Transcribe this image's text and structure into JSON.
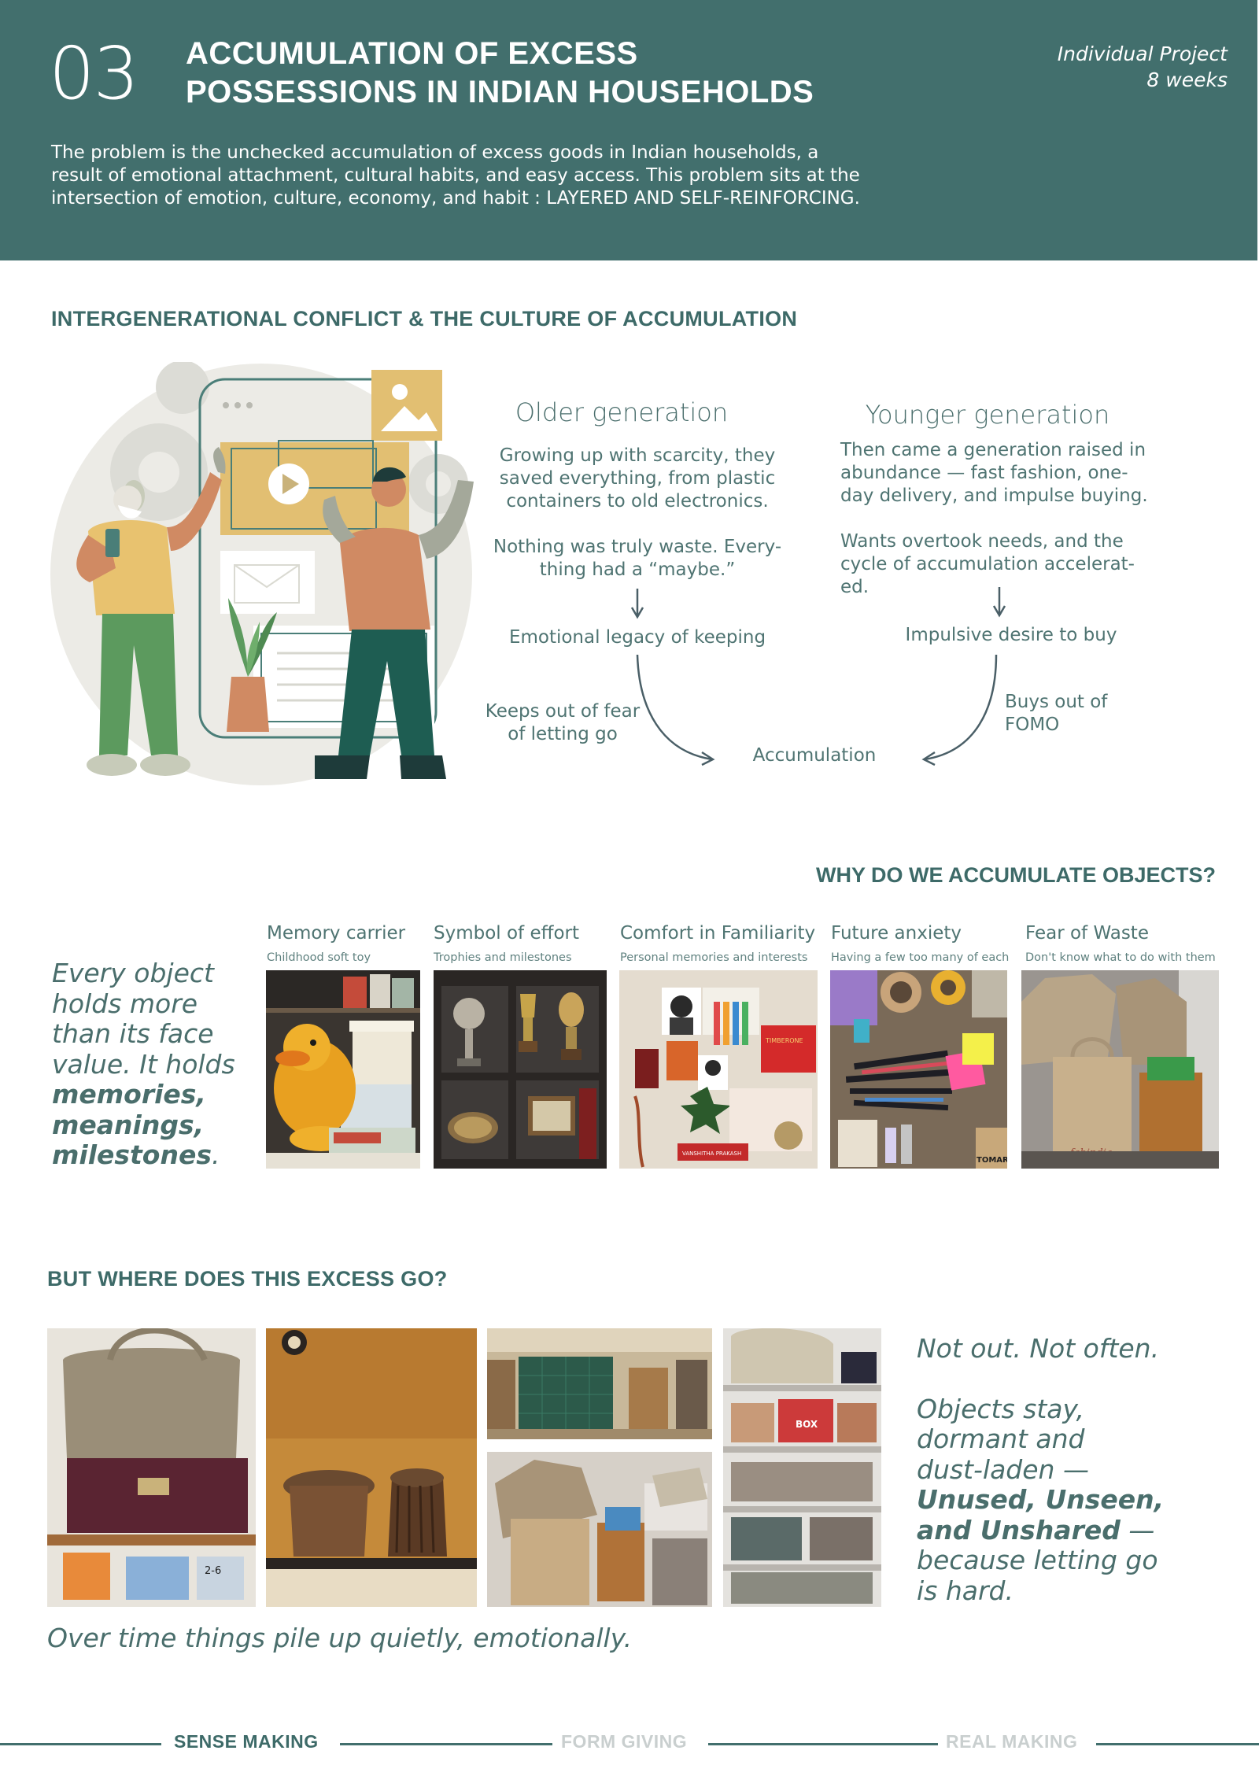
{
  "header": {
    "number": "03",
    "title_line1": "ACCUMULATION OF EXCESS",
    "title_line2": "POSSESSIONS IN INDIAN HOUSEHOLDS",
    "meta_line1": "Individual Project",
    "meta_line2": "8 weeks",
    "intro_line1": "The problem is the unchecked accumulation of excess goods in Indian households,  a",
    "intro_line2": "result of emotional attachment, cultural habits, and easy access. This problem sits at the",
    "intro_line3": "intersection of emotion, culture, economy, and habit : LAYERED AND SELF-REINFORCING."
  },
  "conflict": {
    "title": "INTERGENERATIONAL CONFLICT & THE CULTURE OF ACCUMULATION",
    "older": {
      "heading": "Older generation",
      "para1": [
        "Growing up with scarcity, they",
        "saved everything, from plastic",
        "containers to old electronics."
      ],
      "para2": [
        "Nothing was truly waste. Every-",
        "thing had a “maybe.”"
      ],
      "outcome": "Emotional legacy of keeping",
      "reason": [
        "Keeps out of fear",
        "of letting go"
      ]
    },
    "younger": {
      "heading": "Younger generation",
      "para1": [
        "Then came a generation raised in",
        "abundance — fast fashion, one-",
        "day delivery, and impulse buying."
      ],
      "para2": [
        "Wants overtook needs, and the",
        "cycle of accumulation accelerat-",
        "ed."
      ],
      "outcome": "Impulsive desire to buy",
      "reason": [
        "Buys out of",
        "FOMO"
      ]
    },
    "result": "Accumulation"
  },
  "why": {
    "title": "WHY DO WE ACCUMULATE OBJECTS?",
    "quote_plain": [
      "Every object",
      "holds more",
      "than its face",
      "value. It holds"
    ],
    "quote_bold": [
      "memories,",
      "meanings,",
      "milestones"
    ],
    "quote_end": ".",
    "categories": [
      {
        "title": "Memory carrier",
        "sub": "Childhood soft toy"
      },
      {
        "title": "Symbol of effort",
        "sub": "Trophies and milestones"
      },
      {
        "title": "Comfort in Familiarity",
        "sub": "Personal memories and interests"
      },
      {
        "title": "Future anxiety",
        "sub": "Having a few too many of each"
      },
      {
        "title": "Fear of Waste",
        "sub": "Don't know what to do with them"
      }
    ],
    "photo_text": {
      "name_tag": "VANSHITHA PRAKASH",
      "brand": "TIMBERONE",
      "bag_brand": "fabindia",
      "marker": "TOMAR"
    }
  },
  "excess": {
    "title": "BUT WHERE DOES THIS EXCESS GO?",
    "quote_line1": "Not out. Not often.",
    "quote_plain": [
      "Objects stay,",
      "dormant and",
      "dust-laden —"
    ],
    "quote_bold": [
      "Unused, Unseen,",
      "and Unshared"
    ],
    "quote_dash": " —",
    "quote_tail": [
      "because letting go",
      "is hard."
    ],
    "bottom_quote": "Over time things pile up quietly, emotionally.",
    "photo_text": {
      "box_label": "BOX",
      "tag": "2-6"
    }
  },
  "footer": {
    "stage1": "SENSE MAKING",
    "stage2": "FORM GIVING",
    "stage3": "REAL MAKING"
  },
  "colors": {
    "primary": "#426f6d",
    "accent_mustard": "#e2bf72",
    "accent_terracotta": "#d08a63",
    "muted_stage": "#c9cfcf"
  },
  "icons": [
    "play-icon",
    "image-icon",
    "mail-icon",
    "arrow-down-icon",
    "curved-arrow-icon"
  ]
}
